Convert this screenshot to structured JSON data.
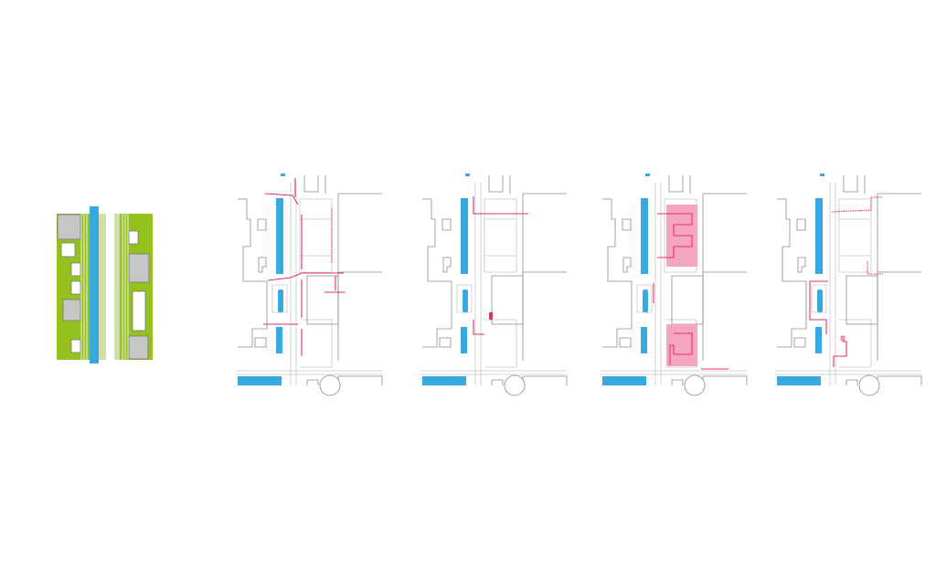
{
  "colors": {
    "green": "#95c11f",
    "light_green": "#cfe0a6",
    "blue": "#36a9e1",
    "pink": "#e5306f",
    "pink_fill": "#f4a6c0",
    "gray_block": "#c6c6c6",
    "outline": "#8a8a8a"
  },
  "panels": [
    {
      "name": "section-diagram"
    },
    {
      "name": "movement-map"
    },
    {
      "name": "entry-map"
    },
    {
      "name": "pink-zone-map"
    },
    {
      "name": "route-map"
    }
  ]
}
